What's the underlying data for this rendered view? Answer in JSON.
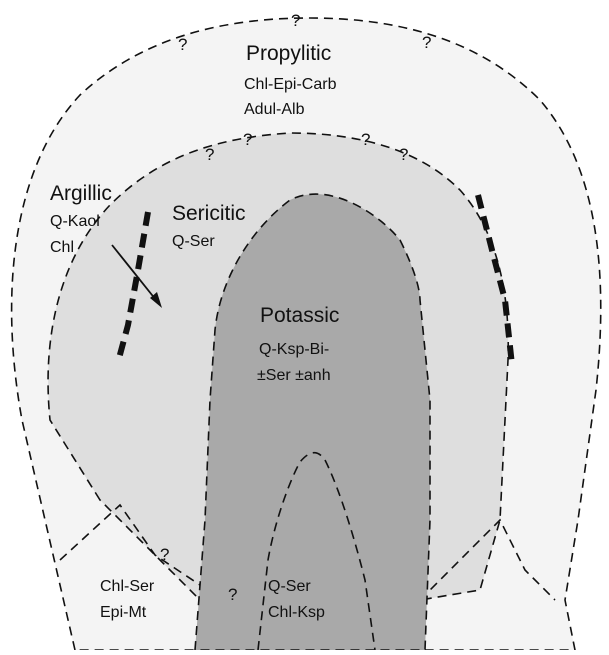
{
  "zones": {
    "propylitic": {
      "name": "Propylitic",
      "minerals": [
        "Chl-Epi-Carb",
        "Adul-Alb"
      ],
      "color": "#f4f4f4"
    },
    "sericitic": {
      "name": "Sericitic",
      "minerals": [
        "Q-Ser"
      ],
      "color": "#dedede"
    },
    "argillic": {
      "name": "Argillic",
      "minerals": [
        "Q-Kaol",
        "Chl"
      ]
    },
    "potassic": {
      "name": "Potassic",
      "minerals": [
        "Q-Ksp-Bi-",
        "±Ser ±anh"
      ],
      "color": "#a9a9a9"
    },
    "lower_left": {
      "minerals": [
        "Chl-Ser",
        "Epi-Mt"
      ]
    },
    "core": {
      "minerals": [
        "Q-Ser",
        "Chl-Ksp"
      ]
    }
  },
  "uncertain_marker": "?"
}
